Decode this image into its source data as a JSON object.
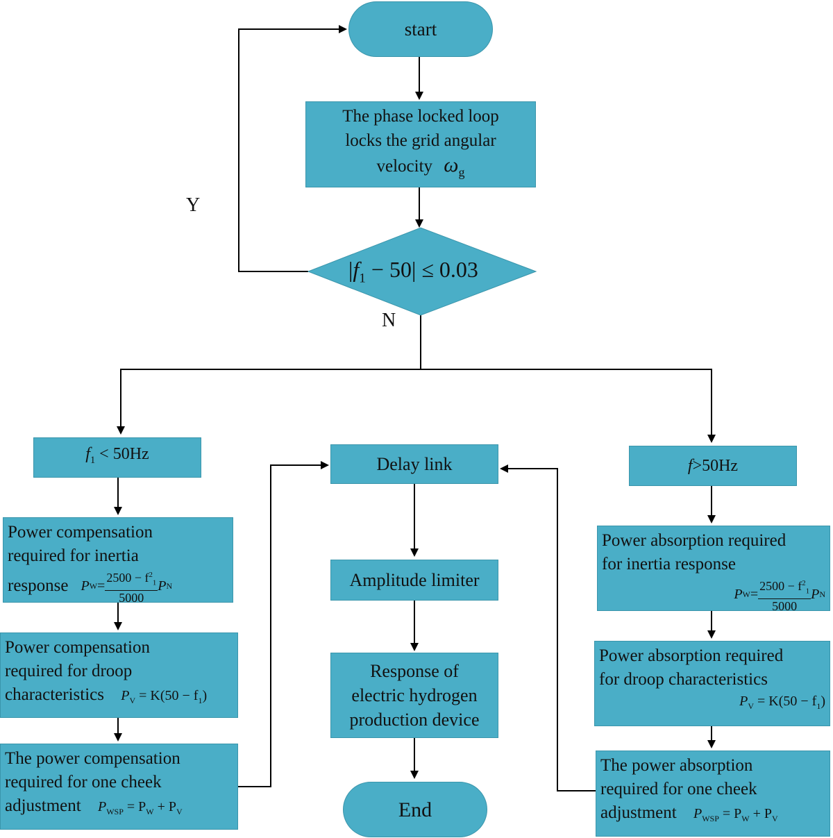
{
  "nodes": {
    "start": "start",
    "pll": [
      "The phase locked loop",
      "locks the grid angular",
      "velocity"
    ],
    "pll_symbol": "ω",
    "pll_symbol_sub": "g",
    "decision": {
      "var": "f",
      "sub": "1",
      "rest": " − 50",
      "rhs": " ≤ 0.03"
    },
    "yes_label": "Y",
    "no_label": "N",
    "low_freq": {
      "var": "f",
      "sub": "1",
      "rest": " < 50Hz"
    },
    "high_freq": {
      "var": "f",
      "rest": ">50Hz"
    },
    "delay": "Delay link",
    "limiter": "Amplitude limiter",
    "response": [
      "Response of",
      "electric hydrogen",
      "production device"
    ],
    "end": "End",
    "left_inertia": [
      "Power compensation",
      "required for inertia",
      "response"
    ],
    "left_droop": [
      "Power compensation",
      "required for droop",
      "characteristics"
    ],
    "left_cheek": [
      "The power compensation",
      "required for one cheek",
      "adjustment"
    ],
    "right_inertia": [
      "Power absorption required",
      "for inertia response"
    ],
    "right_droop": [
      "Power absorption required",
      "for droop characteristics"
    ],
    "right_cheek": [
      "The power absorption",
      "required for one cheek",
      "adjustment"
    ]
  },
  "equations": {
    "pw_lhs": "P",
    "pw_sub": "W",
    "pw_eq": " = ",
    "pw_num": "2500 − f",
    "pw_num_sup": "2",
    "pw_num_sub": "1",
    "pw_den": "5000",
    "pw_tail": "P",
    "pw_tail_sub": "N",
    "pv_lhs": "P",
    "pv_sub": "V",
    "pv_rhs": " = K(50 − f",
    "pv_rhs_sub": "1",
    "pv_close": ")",
    "pwsp_lhs": "P",
    "pwsp_sub": "WSP",
    "pwsp_rhs1": " = P",
    "pwsp_rhs1_sub": "W",
    "pwsp_rhs2": " + P",
    "pwsp_rhs2_sub": "V"
  },
  "colors": {
    "box": "#4aaec7",
    "line": "#000000"
  }
}
